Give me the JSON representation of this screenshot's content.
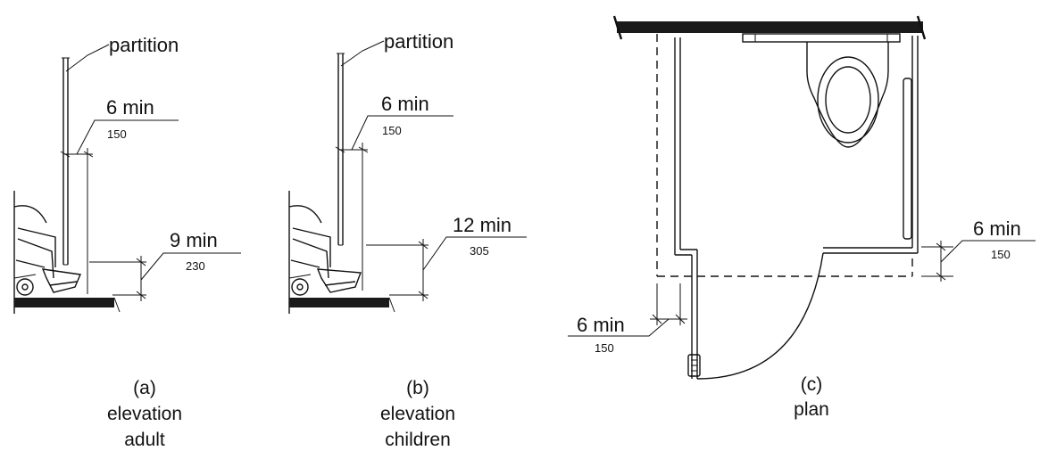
{
  "panels": {
    "a": {
      "partition_label": "partition",
      "dim_top": {
        "value": "6 min",
        "metric": "150"
      },
      "dim_bottom": {
        "value": "9 min",
        "metric": "230"
      },
      "caption": {
        "letter": "(a)",
        "line1": "elevation",
        "line2": "adult"
      }
    },
    "b": {
      "partition_label": "partition",
      "dim_top": {
        "value": "6 min",
        "metric": "150"
      },
      "dim_bottom": {
        "value": "12 min",
        "metric": "305"
      },
      "caption": {
        "letter": "(b)",
        "line1": "elevation",
        "line2": "children"
      }
    },
    "c": {
      "dim_left": {
        "value": "6 min",
        "metric": "150"
      },
      "dim_right": {
        "value": "6 min",
        "metric": "150"
      },
      "caption": {
        "letter": "(c)",
        "line1": "plan"
      }
    }
  }
}
